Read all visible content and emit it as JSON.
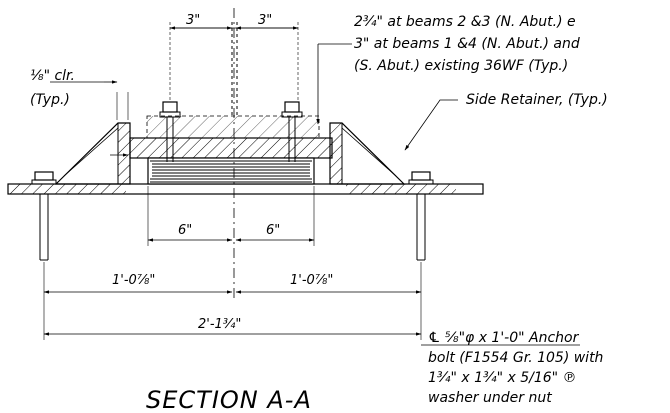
{
  "drawing": {
    "title": "SECTION A-A",
    "callout_beams": {
      "line1": "2¾\" at beams 2 &3 (N. Abut.) e",
      "line2": "3\" at beams 1 &4 (N. Abut.) and",
      "line3": "(S. Abut.) existing 36WF (Typ.)"
    },
    "callout_clearance": {
      "line1": "⅛\" clr.",
      "line2": "(Typ.)"
    },
    "callout_retainer": "Side Retainer, (Typ.)",
    "callout_anchor": {
      "line1": "℄ ⅝\"φ x 1'-0\" Anchor",
      "line2": "bolt (F1554 Gr. 105) with",
      "line3": "1¾\" x 1¾\" x 5/16\" ℗",
      "line4": "washer under nut"
    },
    "dimensions": {
      "top_left": "3\"",
      "top_right": "3\"",
      "mid_left": "6\"",
      "mid_right": "6\"",
      "lower_left": "1'-0⅞\"",
      "lower_right": "1'-0⅞\"",
      "overall": "2'-1¾\""
    }
  },
  "colors": {
    "line": "#000000",
    "background": "#ffffff"
  }
}
